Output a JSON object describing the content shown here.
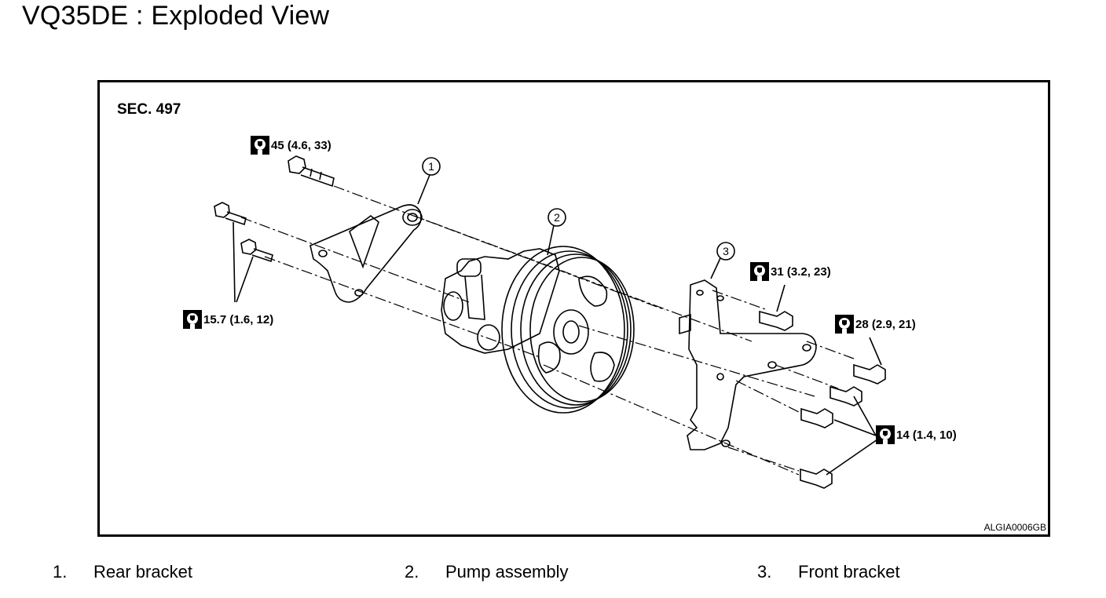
{
  "page": {
    "title": "VQ35DE : Exploded View"
  },
  "figure": {
    "section": "SEC. 497",
    "figure_id": "ALGIA0006GB",
    "callouts": [
      "1",
      "2",
      "3"
    ],
    "torques": [
      {
        "value": "45 (4.6, 33)"
      },
      {
        "value": "15.7 (1.6, 12)"
      },
      {
        "value": "31 (3.2, 23)"
      },
      {
        "value": "28 (2.9, 21)"
      },
      {
        "value": "14 (1.4, 10)"
      }
    ],
    "torque_icon": "torque-wrench-icon"
  },
  "legend": [
    {
      "num": "1.",
      "label": "Rear bracket"
    },
    {
      "num": "2.",
      "label": "Pump assembly"
    },
    {
      "num": "3.",
      "label": "Front bracket"
    }
  ]
}
